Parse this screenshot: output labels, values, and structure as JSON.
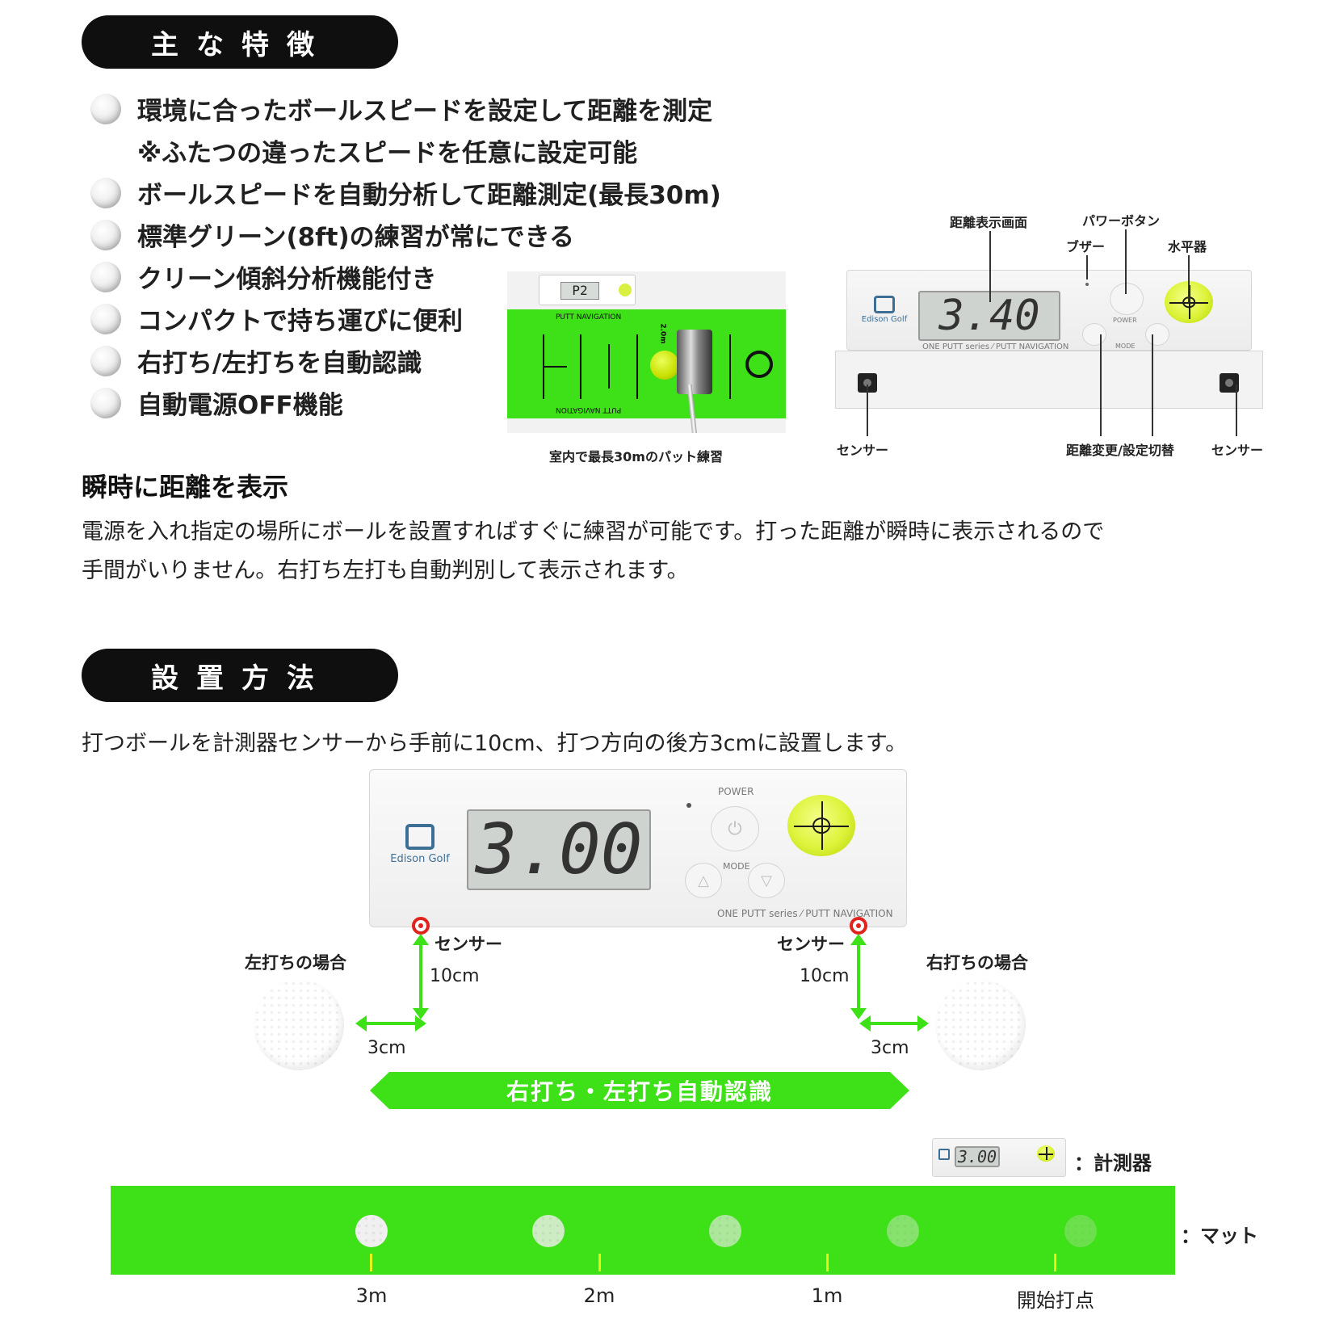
{
  "section1": {
    "title": "主な特徴",
    "features": [
      "環境に合ったボールスピードを設定して距離を測定",
      "※ふたつの違ったスピードを任意に設定可能",
      "ボールスピードを自動分析して距離測定(最長30m)",
      "標準グリーン(8ft)の練習が常にできる",
      "クリーン傾斜分析機能付き",
      "コンパクトで持ち運びに便利",
      "右打ち/左打ちを自動認識",
      "自動電源OFF機能"
    ],
    "photo": {
      "lcd": "P2",
      "mat_text_top": "PUTT NAVIGATION",
      "mat_text_bottom": "PUTT NAVIGATION",
      "ball_label": "2.0m",
      "caption": "室内で最長30mのパット練習"
    },
    "device_diagram": {
      "lcd": "3.40",
      "brand": "Edison Golf",
      "model": "ONE PUTT series ⁄ PUTT NAVIGATION",
      "power": "POWER",
      "mode": "MODE",
      "labels": {
        "display": "距離表示画面",
        "power_button": "パワーボタン",
        "buzzer": "ブザー",
        "level": "水平器",
        "sensor_left": "センサー",
        "distance_change": "距離変更/設定切替",
        "sensor_right": "センサー"
      }
    },
    "subheading": "瞬時に距離を表示",
    "paragraph": [
      "電源を入れ指定の場所にボールを設置すればすぐに練習が可能です。打った距離が瞬時に表示されるので",
      "手間がいりません。右打ち左打も自動判別して表示されます。"
    ]
  },
  "section2": {
    "title": "設置方法",
    "instruction": "打つボールを計測器センサーから手前に10cm、打つ方向の後方3cmに設置します。",
    "device": {
      "lcd": "3.00",
      "brand": "Edison Golf",
      "power": "POWER",
      "mode": "MODE",
      "model": "ONE PUTT series ⁄ PUTT NAVIGATION"
    },
    "left": {
      "case": "左打ちの場合",
      "sensor": "センサー",
      "front": "10cm",
      "back": "3cm"
    },
    "right": {
      "case": "右打ちの場合",
      "sensor": "センサー",
      "front": "10cm",
      "back": "3cm"
    },
    "banner": "右打ち・左打ち自動認識",
    "legend": {
      "device_lcd": "3.00",
      "device_label": "：計測器",
      "mat_label": "：マット"
    },
    "distances": [
      "3m",
      "2m",
      "1m",
      "開始打点"
    ]
  },
  "colors": {
    "accent_green": "#3ee017",
    "sensor_red": "#e0231d",
    "pill_black": "#0f0f0f"
  }
}
